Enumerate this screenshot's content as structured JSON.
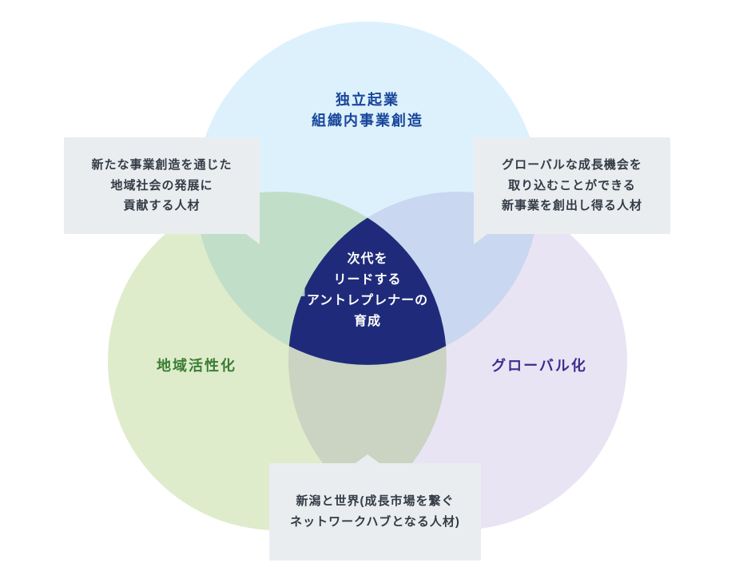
{
  "page": {
    "background": "#ffffff"
  },
  "venn": {
    "top_circle": {
      "fill": "#ddf1fc",
      "label_color": "#17459a",
      "lines": [
        "独立起業",
        "組織内事業創造"
      ]
    },
    "left_circle": {
      "fill": "#dfeccb",
      "label_color": "#3a7d35",
      "label": "地域活性化"
    },
    "right_circle": {
      "fill": "#e9e4f4",
      "label_color": "#3b2d8e",
      "label": "グローバル化"
    },
    "center": {
      "fill": "#1f2b7a",
      "text_color": "#ffffff",
      "lines": [
        "次代を",
        "リードする",
        "アントレプレナーの",
        "育成"
      ]
    }
  },
  "callouts": {
    "box_bg": "#eaedf0",
    "text_color": "#333b45",
    "left": {
      "lines": [
        "新たな事業創造を通じた",
        "地域社会の発展に",
        "貢献する人材"
      ]
    },
    "right": {
      "lines": [
        "グローバルな成長機会を",
        "取り込むことができる",
        "新事業を創出し得る人材"
      ]
    },
    "bottom": {
      "lines": [
        "新潟と世界(成長市場を繋ぐ",
        "ネットワークハブとなる人材)"
      ]
    }
  }
}
